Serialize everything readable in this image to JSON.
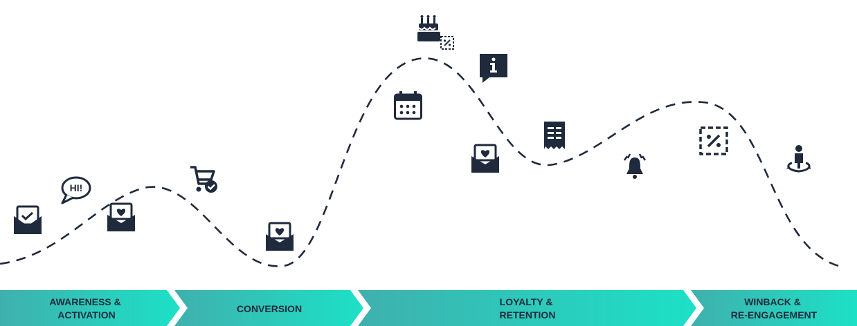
{
  "stages": [
    {
      "line1": "AWARENESS &",
      "line2": "ACTIVATION"
    },
    {
      "line1": "CONVERSION",
      "line2": ""
    },
    {
      "line1": "LOYALTY &",
      "line2": "RETENTION"
    },
    {
      "line1": "WINBACK &",
      "line2": "RE-ENGAGEMENT"
    }
  ],
  "speech_bubble_text": "HI!",
  "icons": [
    "envelope-check-icon",
    "speech-bubble-hi-icon",
    "envelope-heart-icon",
    "shopping-cart-check-icon",
    "envelope-heart-icon",
    "calendar-icon",
    "birthday-cake-icon",
    "discount-coupon-icon",
    "info-message-icon",
    "envelope-heart-icon",
    "receipt-icon",
    "alarm-bell-icon",
    "discount-coupon-icon",
    "person-location-icon"
  ],
  "colors": {
    "icon": "#1f2a3c",
    "curve": "#1f2a3c",
    "band_start": "#3fb0ad",
    "band_end": "#1ce1c7",
    "label": "#1f2a3c"
  }
}
